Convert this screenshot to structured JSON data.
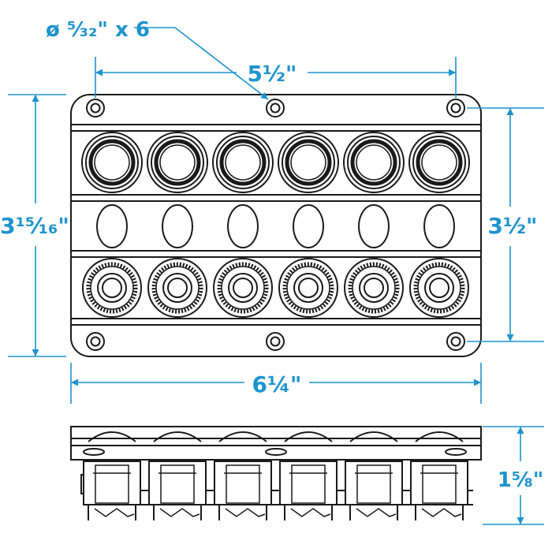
{
  "accent_color": "#1e93cf",
  "line_color": "#1a1a1a",
  "dimensions": {
    "hole_callout": "ø ⁵⁄₃₂\" x 6",
    "hole_spacing": "5½\"",
    "panel_height": "3¹⁵⁄₁₆\"",
    "hole_vertical_spacing": "3½\"",
    "panel_width": "6¼\"",
    "panel_depth": "1⅝\""
  },
  "panel": {
    "switch_count": 6,
    "mounting_hole_count": 6
  }
}
